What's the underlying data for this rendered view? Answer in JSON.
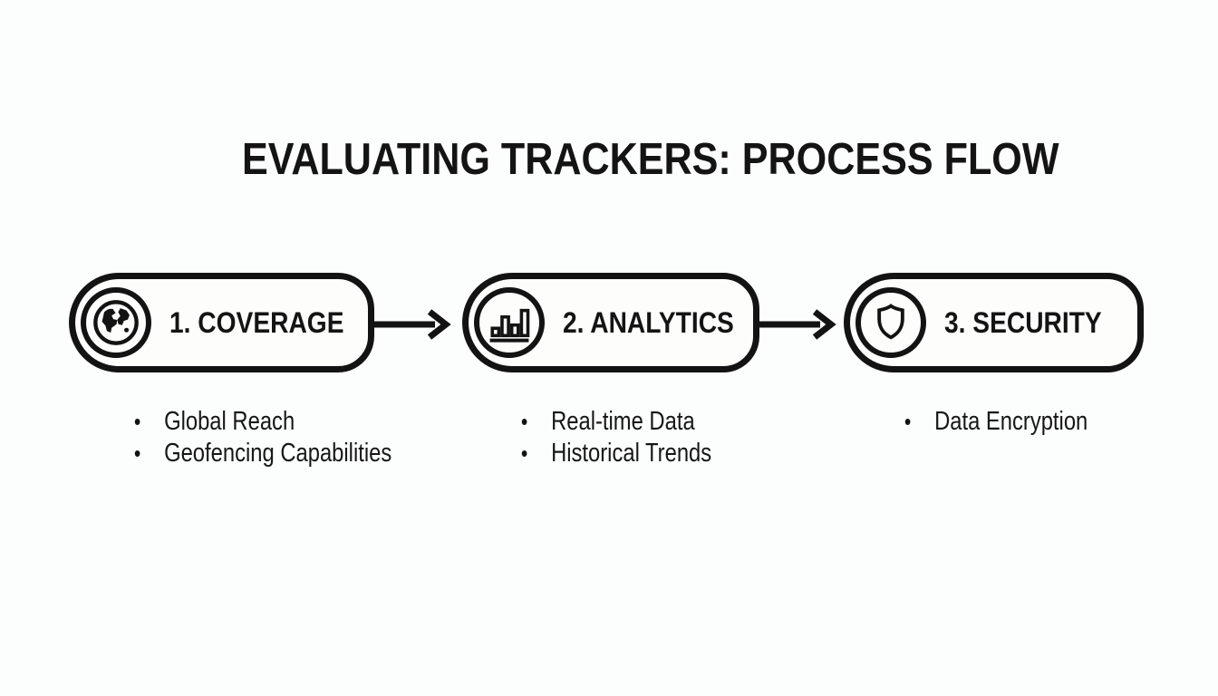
{
  "title": "EVALUATING TRACKERS: PROCESS FLOW",
  "colors": {
    "ink": "#131313",
    "background": "#fcfdfd"
  },
  "bullet_glyph": "•",
  "steps": [
    {
      "label": "1. COVERAGE",
      "icon": "globe-icon",
      "bullets": [
        "Global Reach",
        "Geofencing Capabilities"
      ]
    },
    {
      "label": "2. ANALYTICS",
      "icon": "bar-chart-icon",
      "bullets": [
        "Real-time Data",
        "Historical Trends"
      ]
    },
    {
      "label": "3. SECURITY",
      "icon": "shield-icon",
      "bullets": [
        "Data Encryption"
      ]
    }
  ],
  "connectors": [
    "arrow-right",
    "arrow-right"
  ]
}
